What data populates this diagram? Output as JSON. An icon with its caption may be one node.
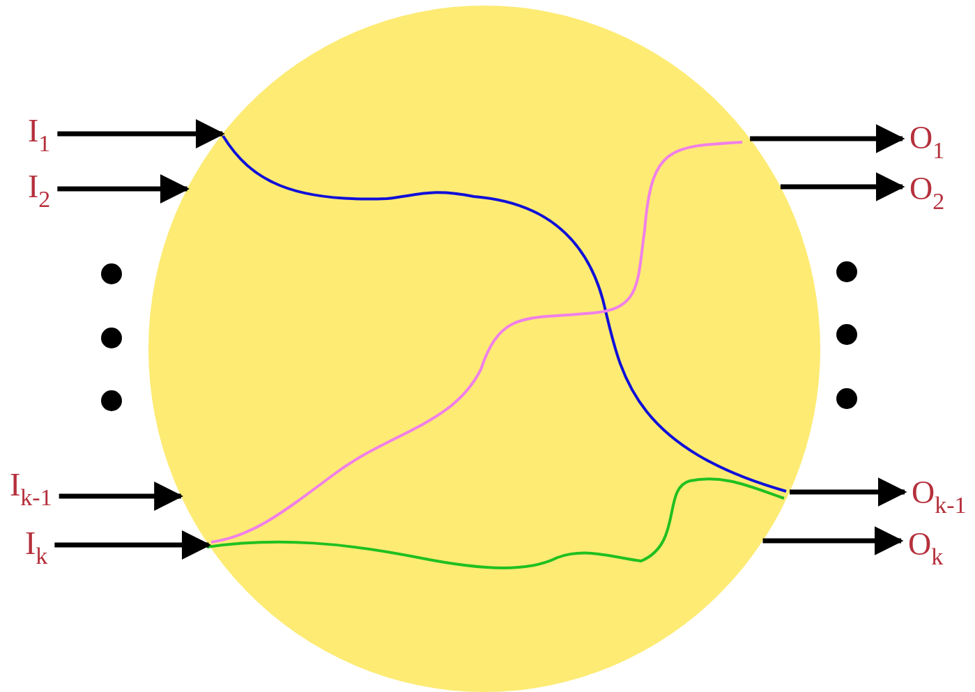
{
  "diagram": {
    "nodes": [
      {
        "text": [],
        "shape": "circle"
      },
      {
        "text": [
          "I$_{1}$"
        ]
      },
      {
        "text": [
          "I$_{2}$"
        ]
      },
      {
        "text": [
          "I$_{k-1}$"
        ]
      },
      {
        "text": [
          "I$_{k}$"
        ]
      },
      {
        "text": [
          "O$_{1}$"
        ]
      },
      {
        "text": [
          "O$_{2}$"
        ]
      },
      {
        "text": [
          "O$_{k-1}$"
        ]
      },
      {
        "text": [
          "O$_{k}$"
        ]
      }
    ],
    "edges": [
      {
        "from": 1,
        "to": 0,
        "arrow": "to"
      },
      {
        "from": 2,
        "to": 0,
        "arrow": "to"
      },
      {
        "from": 3,
        "to": 0,
        "arrow": "to"
      },
      {
        "from": 4,
        "to": 0,
        "arrow": "to"
      },
      {
        "from": 0,
        "to": 5,
        "arrow": "to"
      },
      {
        "from": 0,
        "to": 6,
        "arrow": "to"
      },
      {
        "from": 0,
        "to": 7,
        "arrow": "to"
      },
      {
        "from": 0,
        "to": 8,
        "arrow": "to"
      }
    ]
  }
}
